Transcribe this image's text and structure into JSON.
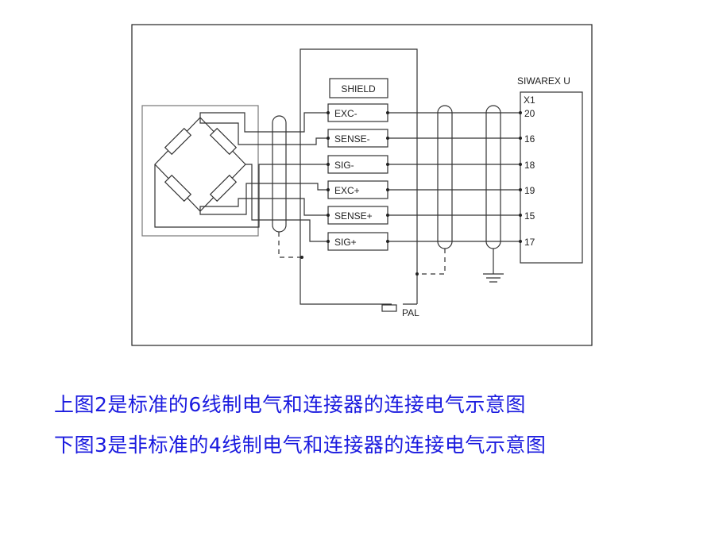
{
  "diagram": {
    "shield_label": "SHIELD",
    "device_label": "SIWAREX U",
    "connector_label": "X1",
    "pal_label": "PAL",
    "wires": [
      {
        "name": "EXC-",
        "pin": "20"
      },
      {
        "name": "SENSE-",
        "pin": "16"
      },
      {
        "name": "SIG-",
        "pin": "18"
      },
      {
        "name": "EXC+",
        "pin": "19"
      },
      {
        "name": "SENSE+",
        "pin": "15"
      },
      {
        "name": "SIG+",
        "pin": "17"
      }
    ]
  },
  "captions": {
    "line1": "上图2是标准的6线制电气和连接器的连接电气示意图",
    "line2": "下图3是非标准的4线制电气和连接器的连接电气示意图"
  }
}
